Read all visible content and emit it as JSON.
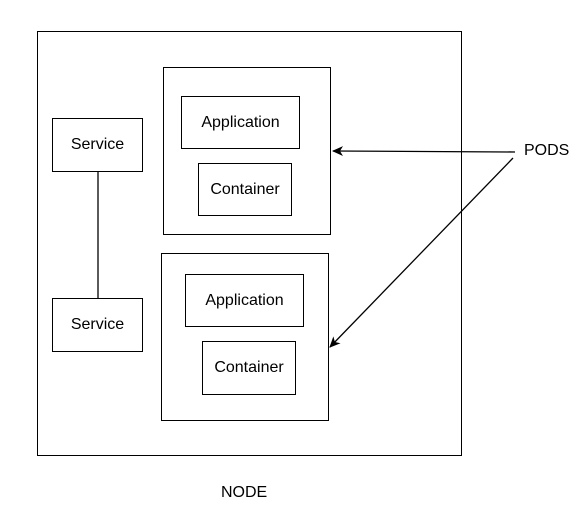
{
  "diagram": {
    "node_label": "NODE",
    "pods_label": "PODS",
    "services": [
      {
        "label": "Service"
      },
      {
        "label": "Service"
      }
    ],
    "pods": [
      {
        "application_label": "Application",
        "container_label": "Container"
      },
      {
        "application_label": "Application",
        "container_label": "Container"
      }
    ],
    "stroke_color": "#000000",
    "background_color": "#ffffff"
  }
}
